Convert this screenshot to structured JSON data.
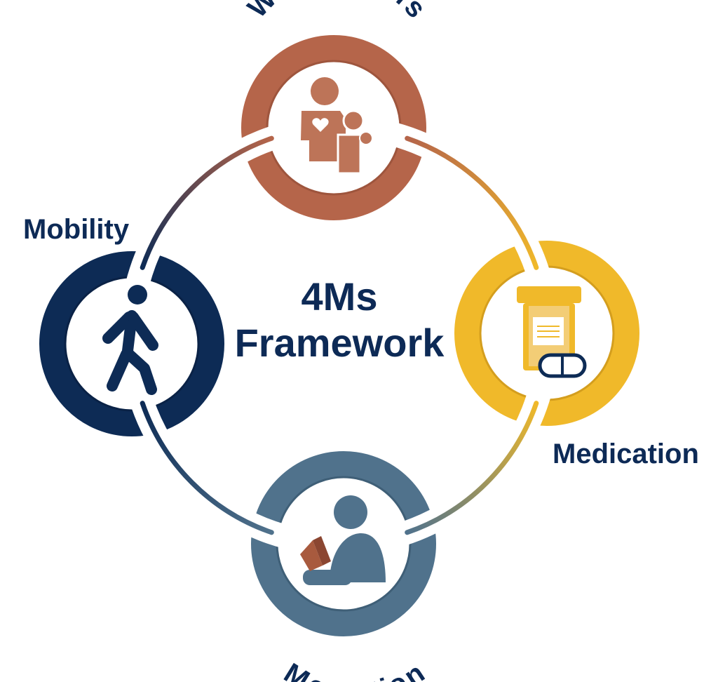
{
  "title_line1": "4Ms",
  "title_line2": "Framework",
  "nodes": {
    "what_matters": {
      "label": "What matters",
      "color": "#b5654a",
      "icon": "parent-child-heart-icon"
    },
    "medication": {
      "label": "Medication",
      "color": "#f0b92a",
      "icon": "pill-bottle-icon"
    },
    "mentation": {
      "label": "Mentation",
      "color": "#50728c",
      "icon": "person-reading-icon"
    },
    "mobility": {
      "label": "Mobility",
      "color": "#0d2b55",
      "icon": "walking-person-icon"
    }
  },
  "text_color": "#0d2a56"
}
